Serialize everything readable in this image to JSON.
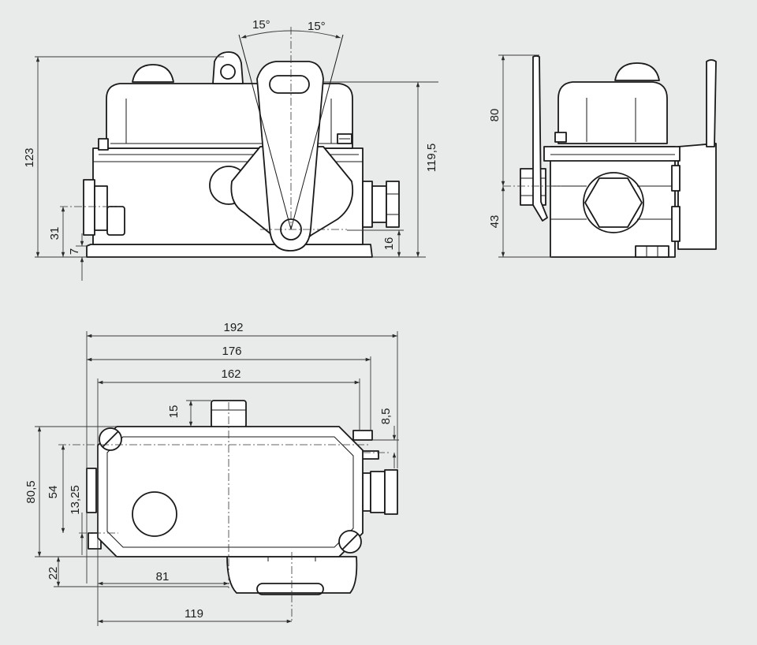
{
  "colors": {
    "background": "#e9eaea",
    "ink": "#1a1a1a",
    "fill": "#ffffff"
  },
  "front_view": {
    "angle_left": "15°",
    "angle_right": "15°",
    "dim_height_total": "123",
    "dim_height_top": "119,5",
    "dim_axis_height": "31",
    "dim_base": "7",
    "dim_lever_axis": "16"
  },
  "side_view": {
    "dim_upper": "80",
    "dim_lower": "43"
  },
  "top_view": {
    "dim_width_overall": "192",
    "dim_width_176": "176",
    "dim_width_162": "162",
    "dim_gland_15": "15",
    "dim_right_8_5": "8,5",
    "dim_depth_80_5": "80,5",
    "dim_depth_54": "54",
    "dim_depth_13_25": "13,25",
    "dim_depth_22": "22",
    "dim_81": "81",
    "dim_119": "119"
  }
}
